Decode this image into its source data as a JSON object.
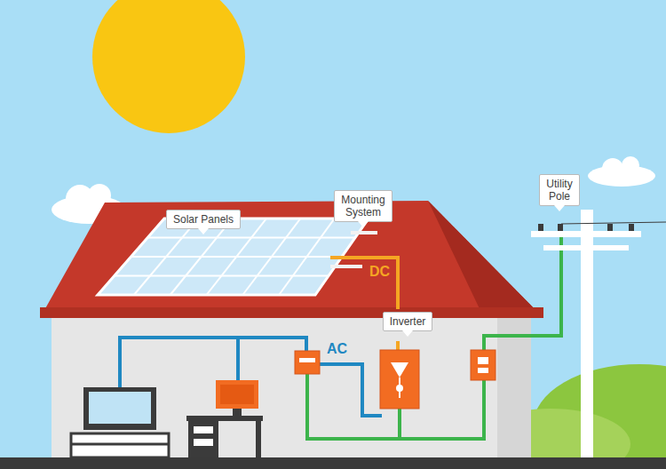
{
  "diagram": {
    "nodes": [
      {
        "text": [
          "Solar Panels"
        ]
      },
      {
        "text": [
          "Mounting System"
        ]
      },
      {
        "text": [
          "Utility Pole"
        ]
      },
      {
        "text": [
          "Inverter"
        ]
      }
    ],
    "labels": [
      "DC",
      "AC"
    ]
  }
}
